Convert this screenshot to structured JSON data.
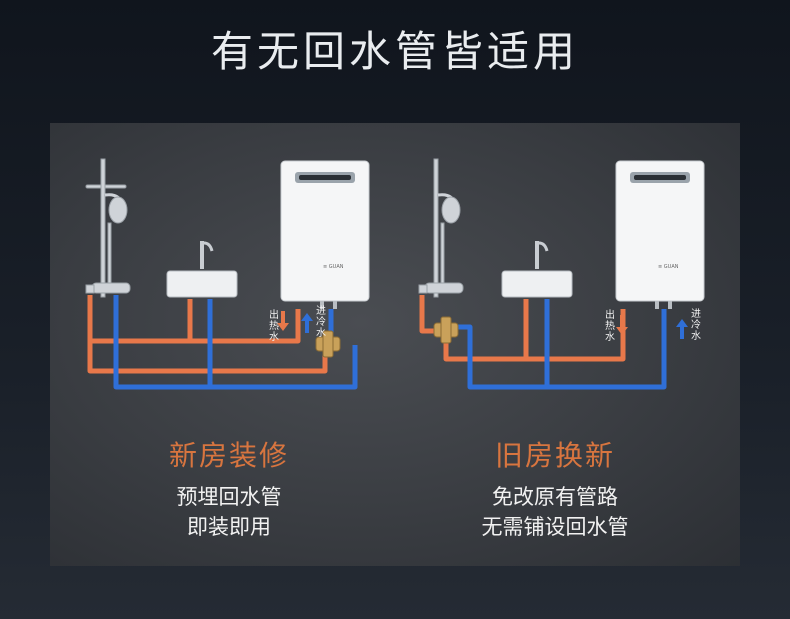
{
  "title": "有无回水管皆适用",
  "left": {
    "heading": "新房装修",
    "line1": "预埋回水管",
    "line2": "即装即用"
  },
  "right": {
    "heading": "旧房换新",
    "line1": "免改原有管路",
    "line2": "无需铺设回水管"
  },
  "labels": {
    "hot_out_1": "出",
    "hot_out_2": "热",
    "hot_out_3": "水",
    "cold_in_1": "进",
    "cold_in_2": "冷",
    "cold_in_3": "水"
  },
  "colors": {
    "hot_pipe": "#e8784a",
    "cold_pipe": "#2f6fd8",
    "heading": "#d8753f"
  }
}
